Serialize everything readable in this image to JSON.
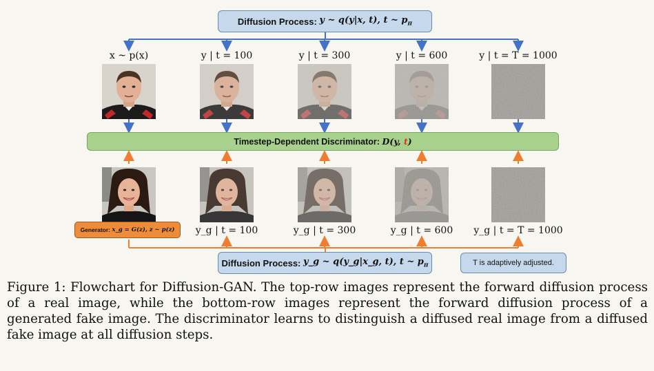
{
  "top_process": {
    "label": "Diffusion Process:",
    "formula": "y ~ q(y|x, t), t ~ p",
    "subscript": "π"
  },
  "discriminator": {
    "label": "Timestep-Dependent Discriminator:",
    "formula_main": "D(y, ",
    "formula_t": "t",
    "formula_close": ")"
  },
  "generator": {
    "label": "Generator:",
    "formula": "x_g = G(z), z ~ p(z)"
  },
  "bottom_process": {
    "label": "Diffusion Process:",
    "formula": "y_g ~ q(y_g|x_g, t), t ~ p",
    "subscript": "π"
  },
  "note": "T is adaptively adjusted.",
  "top_labels": [
    "x ~ p(x)",
    "y | t = 100",
    "y | t = 300",
    "y | t = 600",
    "y | t = T = 1000"
  ],
  "bottom_labels": [
    "y_g | t = 100",
    "y_g | t = 300",
    "y_g | t = 600",
    "y_g | t = T = 1000"
  ],
  "caption": "Figure 1: Flowchart for Diffusion-GAN. The top-row images represent the forward diffusion process of a real image, while the bottom-row images represent the forward diffusion process of a generated fake image. The discriminator learns to distinguish a diffused real image from a diffused fake image at all diffusion steps.",
  "colors": {
    "blue_arrow": "#4472c4",
    "orange_arrow": "#ed7d31",
    "t_highlight": "#e03020"
  },
  "noise_levels": [
    0,
    0.1,
    0.3,
    0.6,
    1.0
  ]
}
